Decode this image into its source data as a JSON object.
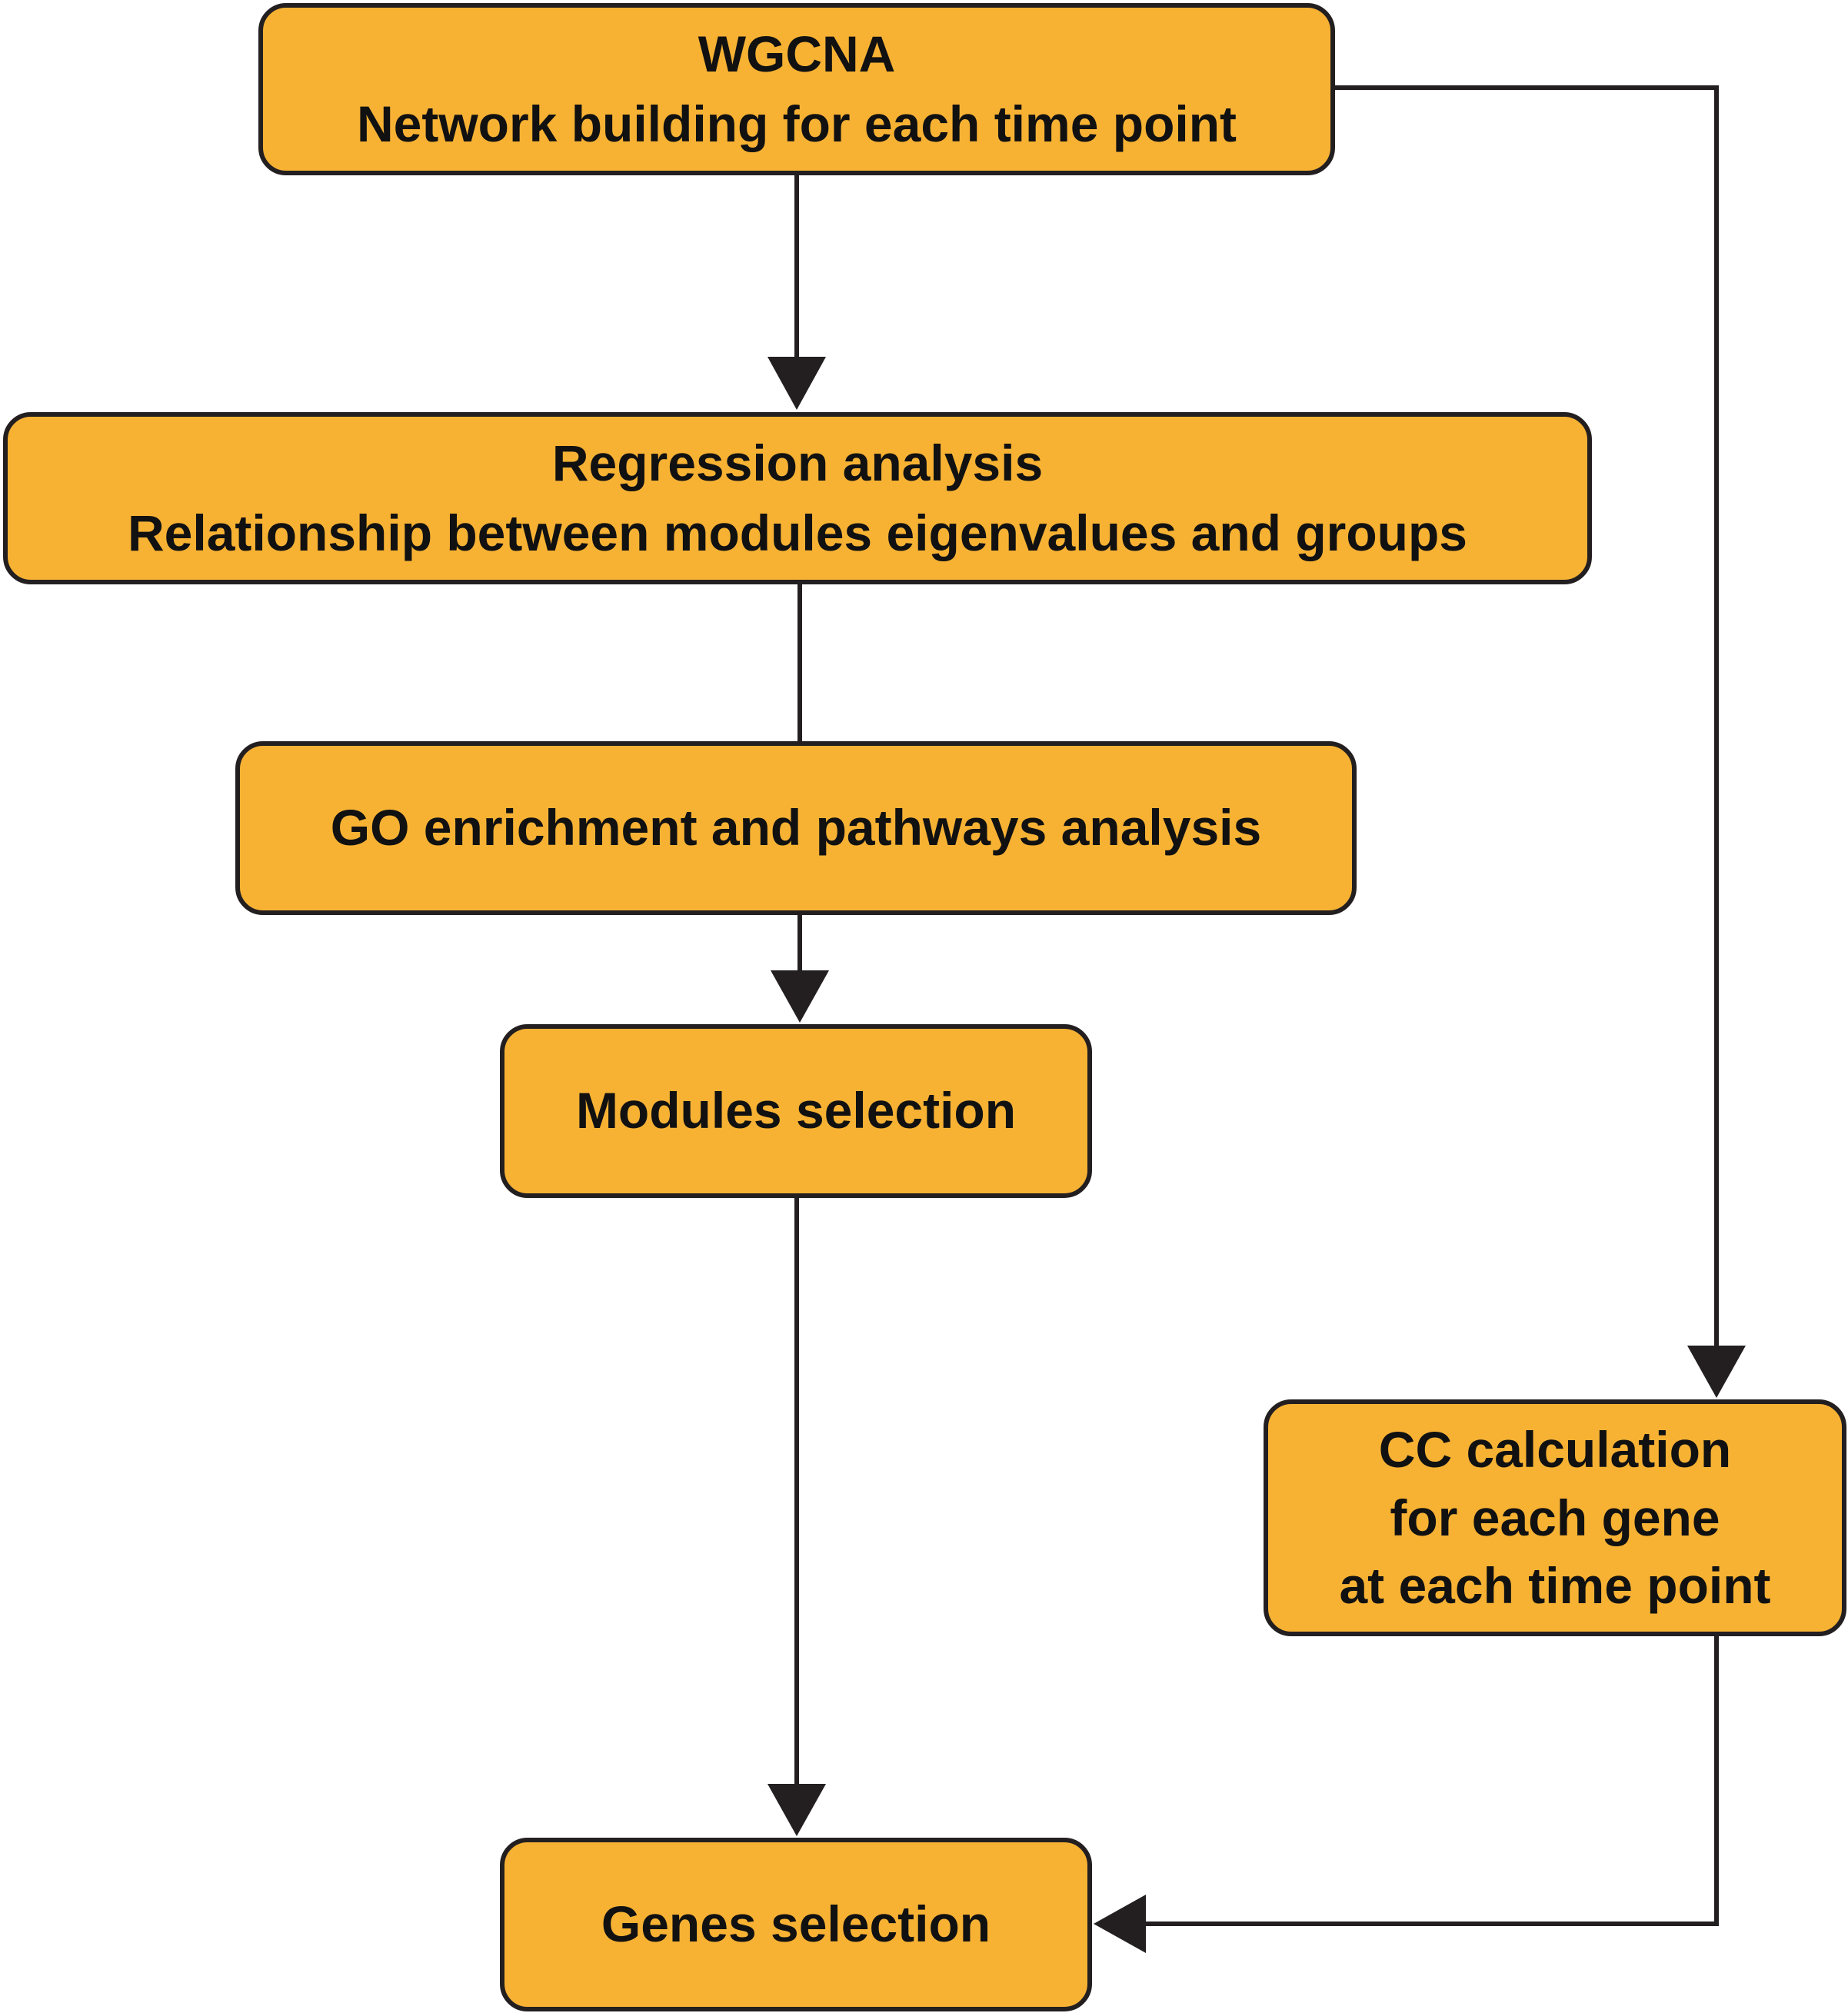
{
  "colors": {
    "node_fill": "#F7B234",
    "node_border": "#231F20",
    "edge": "#231F20"
  },
  "nodes": {
    "wgcna": {
      "title": "WGCNA",
      "subtitle": "Network building for each time point"
    },
    "regression": {
      "title": "Regression analysis",
      "subtitle": "Relationship between modules eigenvalues and groups"
    },
    "go": {
      "title": "GO enrichment and pathways analysis"
    },
    "modules": {
      "title": "Modules selection"
    },
    "cc": {
      "line1": "CC calculation",
      "line2": "for each gene",
      "line3": "at each time point"
    },
    "genes": {
      "title": "Genes selection"
    }
  },
  "edges": [
    {
      "from": "wgcna",
      "to": "regression",
      "arrow": true
    },
    {
      "from": "regression",
      "to": "go",
      "arrow": false
    },
    {
      "from": "go",
      "to": "modules",
      "arrow": true
    },
    {
      "from": "modules",
      "to": "genes",
      "arrow": true
    },
    {
      "from": "wgcna",
      "to": "cc",
      "arrow": true
    },
    {
      "from": "cc",
      "to": "genes",
      "arrow": true
    }
  ]
}
